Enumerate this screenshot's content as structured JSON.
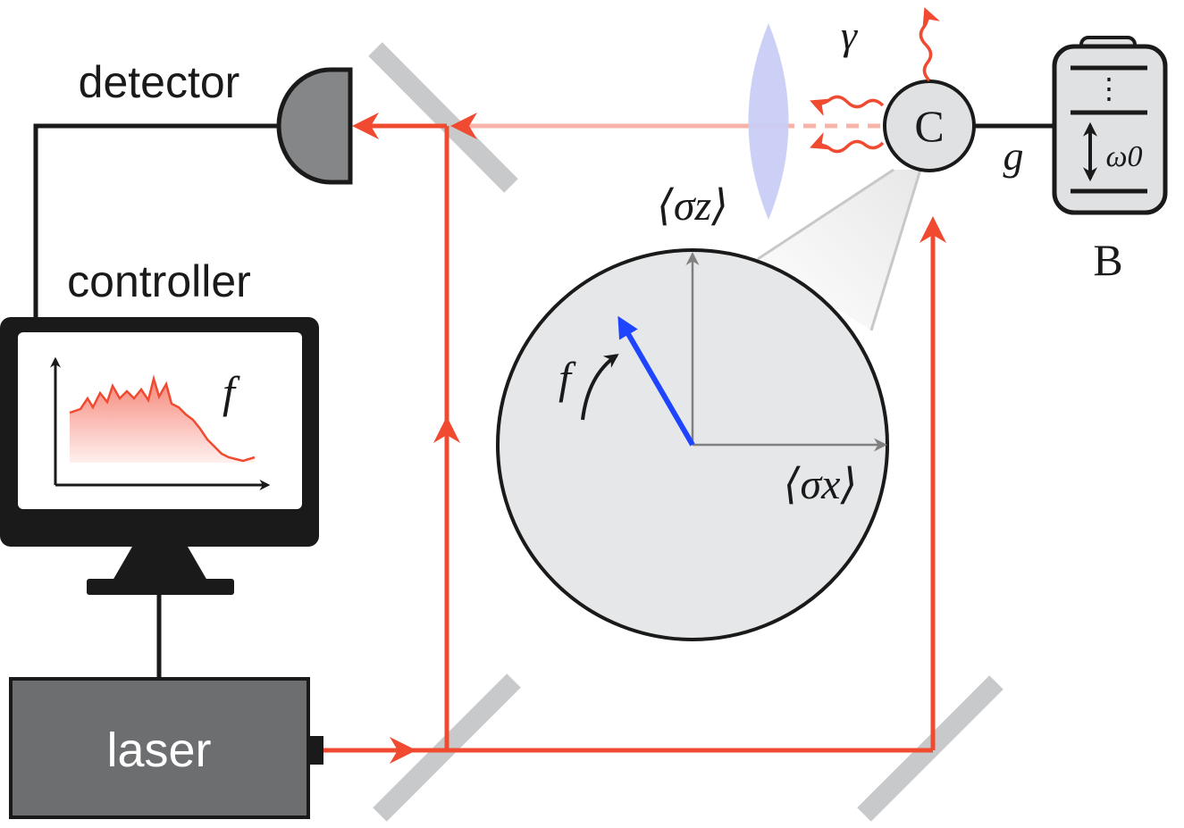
{
  "labels": {
    "detector": "detector",
    "controller": "controller",
    "laser": "laser",
    "charger": "C",
    "battery": "B",
    "sigma_z": "⟨σz⟩",
    "sigma_x": "⟨σx⟩",
    "f_screen": "f",
    "f_drive": "f",
    "gamma": "γ",
    "g": "g",
    "omega0": "ω0",
    "dots": "⋮"
  },
  "colors": {
    "beam": "#f04a30",
    "beam_faint": "#f7b3a8",
    "mirror": "#c8c9cb",
    "device": "#6d6e70",
    "dark": "#1a1a1a",
    "bloch_fill": "#e6e7e8",
    "bloch_vector": "#1f44ff",
    "lens": "#c9cdf5",
    "axis": "#808080"
  }
}
